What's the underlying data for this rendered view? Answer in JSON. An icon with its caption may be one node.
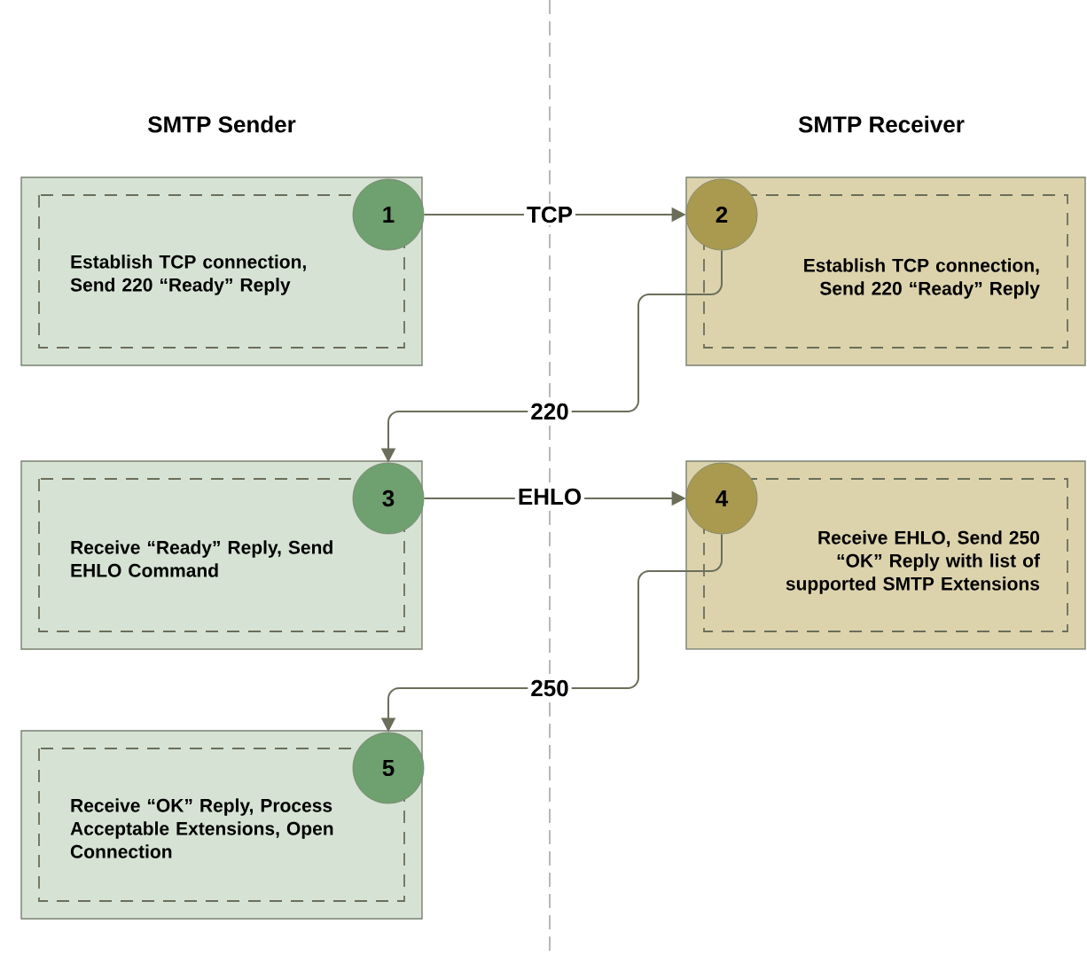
{
  "diagram": {
    "nodes": [
      {
        "text": [
          "Establish TCP connection, Send 220 “Ready” Reply"
        ]
      },
      {
        "text": [
          "1"
        ],
        "in": 0
      },
      {
        "text": [
          "Establish TCP connection, Send 220 “Ready” Reply"
        ]
      },
      {
        "text": [
          "2"
        ],
        "in": 2
      },
      {
        "text": [
          "Receive “Ready” Reply, Send EHLO Command"
        ]
      },
      {
        "text": [
          "3"
        ],
        "in": 4
      },
      {
        "text": [
          "Receive EHLO, Send 250 “OK” Reply with list of supported SMTP Extensions"
        ]
      },
      {
        "text": [
          "4"
        ],
        "in": 6
      },
      {
        "text": [
          "Receive “OK” Reply, Process Acceptable Extensions, Open Connection"
        ]
      },
      {
        "text": [
          "5"
        ],
        "in": 8
      }
    ],
    "edges": [
      {
        "from": 1,
        "to": 3,
        "arrow": "to",
        "label": "TCP"
      },
      {
        "from": 3,
        "to": 5,
        "arrow": "to",
        "label": "220"
      },
      {
        "from": 5,
        "to": 7,
        "arrow": "to",
        "label": "EHLO"
      },
      {
        "from": 7,
        "to": 9,
        "arrow": "to",
        "label": "250"
      }
    ],
    "labels": [
      "SMTP Sender",
      "SMTP Receiver"
    ]
  }
}
